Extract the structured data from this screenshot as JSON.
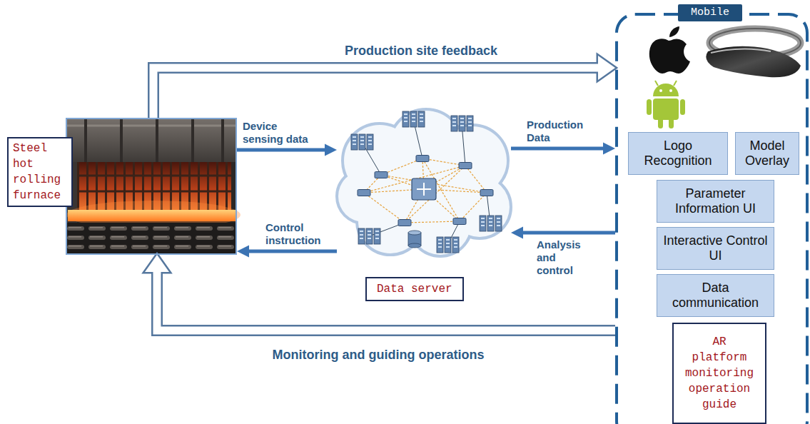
{
  "diagram": {
    "nodes": [
      {
        "text": [
          "Steel hot rolling furnace"
        ]
      },
      {
        "text": [
          "Data server"
        ]
      },
      {
        "text": [
          "Mobile"
        ]
      },
      {
        "text": [
          "Logo Recognition"
        ],
        "in": 2
      },
      {
        "text": [
          "Model Overlay"
        ],
        "in": 2
      },
      {
        "text": [
          "Parameter Information UI"
        ],
        "in": 2
      },
      {
        "text": [
          "Interactive Control UI"
        ],
        "in": 2
      },
      {
        "text": [
          "Data communication"
        ],
        "in": 2
      },
      {
        "text": [
          "AR platform monitoring operation guide"
        ],
        "in": 2
      }
    ],
    "edges": [
      {
        "from": 0,
        "to": 2,
        "label": "Production site feedback",
        "arrow": "to"
      },
      {
        "from": 0,
        "to": 1,
        "label": "Device sensing data",
        "arrow": "to"
      },
      {
        "from": 1,
        "to": 2,
        "label": "Production Data",
        "arrow": "to"
      },
      {
        "from": 2,
        "to": 1,
        "label": "Analysis and control",
        "arrow": "to"
      },
      {
        "from": 1,
        "to": 0,
        "label": "Control instruction",
        "arrow": "to"
      },
      {
        "from": 2,
        "to": 0,
        "label": "Monitoring and guiding operations",
        "arrow": "to"
      }
    ]
  }
}
